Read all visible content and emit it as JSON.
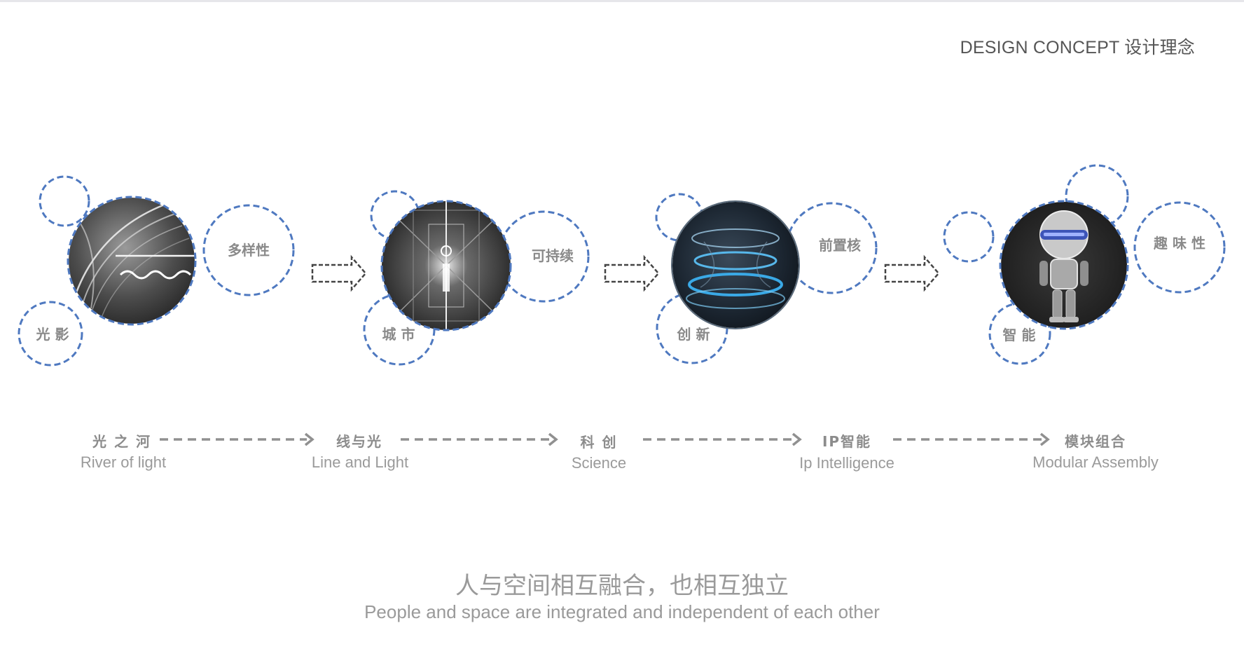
{
  "header": {
    "title": "DESIGN CONCEPT 设计理念"
  },
  "stages": [
    {
      "id": "river",
      "tags": [
        "多样性",
        "光 影"
      ],
      "title_cn": "光 之 河",
      "title_en": "River of light"
    },
    {
      "id": "line",
      "tags": [
        "可持续",
        "城 市"
      ],
      "title_cn": "线与光",
      "title_en": "Line and Light"
    },
    {
      "id": "science",
      "tags": [
        "前置核",
        "创 新"
      ],
      "title_cn": "科 创",
      "title_en": "Science"
    },
    {
      "id": "ip",
      "tags": [
        "趣 味 性",
        "智 能"
      ],
      "title_cn": "IP智能",
      "title_en": "Ip Intelligence"
    },
    {
      "id": "modular",
      "title_cn": "模块组合",
      "title_en": "Modular Assembly"
    }
  ],
  "tagline": {
    "cn": "人与空间相互融合，也相互独立",
    "en": "People and space are integrated and independent of each other"
  },
  "colors": {
    "dashed_ring": "#4f79c0",
    "label_gray": "#8a8a8a",
    "arrow_gray": "#909090"
  }
}
